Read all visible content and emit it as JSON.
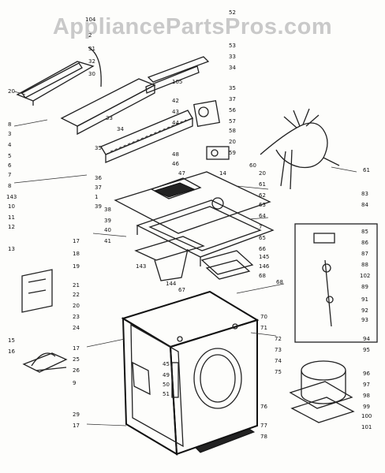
{
  "watermark": "AppliancePartsPros.com",
  "labels_left": [
    "104",
    "2",
    "31",
    "32",
    "30",
    "20",
    "8",
    "3",
    "4",
    "5",
    "6",
    "7",
    "8",
    "143",
    "10",
    "11",
    "12",
    "17",
    "18",
    "19",
    "21",
    "22",
    "20",
    "23",
    "24",
    "17",
    "25",
    "26",
    "9",
    "29",
    "17",
    "15",
    "16",
    "13"
  ],
  "labels_top_right": [
    "52",
    "53",
    "33",
    "34",
    "105",
    "35",
    "37",
    "56",
    "57",
    "58",
    "20",
    "59",
    "60"
  ],
  "labels_middle": [
    "42",
    "43",
    "44",
    "33",
    "34",
    "35",
    "36",
    "37",
    "39",
    "48",
    "46",
    "47",
    "14",
    "20",
    "61",
    "62",
    "63",
    "64",
    "7",
    "65",
    "144",
    "145",
    "146",
    "66",
    "67",
    "68",
    "143",
    "1",
    "38",
    "39",
    "40",
    "41",
    "49",
    "50",
    "51",
    "45",
    "68"
  ],
  "labels_right": [
    "61",
    "83",
    "84",
    "85",
    "86",
    "87",
    "88",
    "102",
    "89",
    "91",
    "92",
    "93",
    "70",
    "71",
    "72",
    "73",
    "74",
    "75",
    "76",
    "77",
    "78",
    "94",
    "95",
    "96",
    "97",
    "98",
    "99",
    "100",
    "101"
  ]
}
